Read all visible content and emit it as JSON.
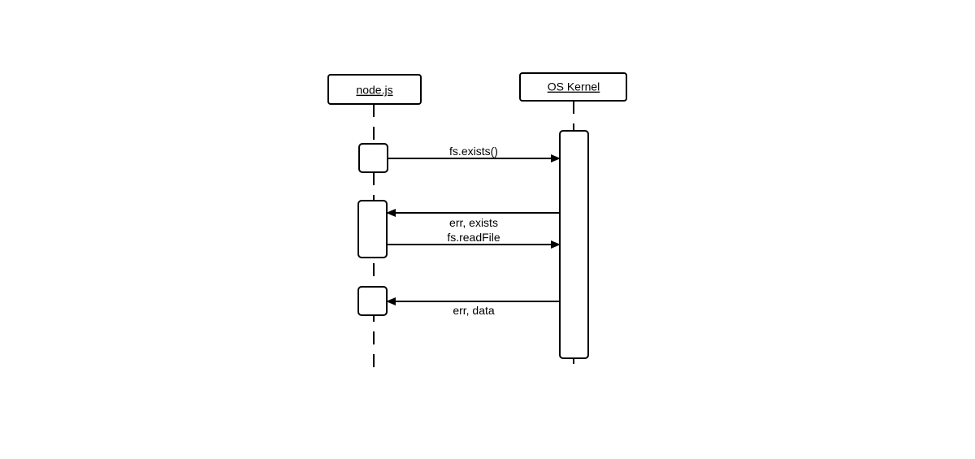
{
  "participants": {
    "node": {
      "label": "node.js"
    },
    "kernel": {
      "label": "OS Kernel"
    }
  },
  "messages": [
    {
      "label": "fs.exists()",
      "from": "node.js",
      "to": "OS Kernel"
    },
    {
      "label": "err, exists",
      "from": "OS Kernel",
      "to": "node.js"
    },
    {
      "label": "fs.readFile",
      "from": "node.js",
      "to": "OS Kernel"
    },
    {
      "label": "err, data",
      "from": "OS Kernel",
      "to": "node.js"
    }
  ],
  "colors": {
    "stroke": "#000000",
    "fill": "#ffffff"
  }
}
